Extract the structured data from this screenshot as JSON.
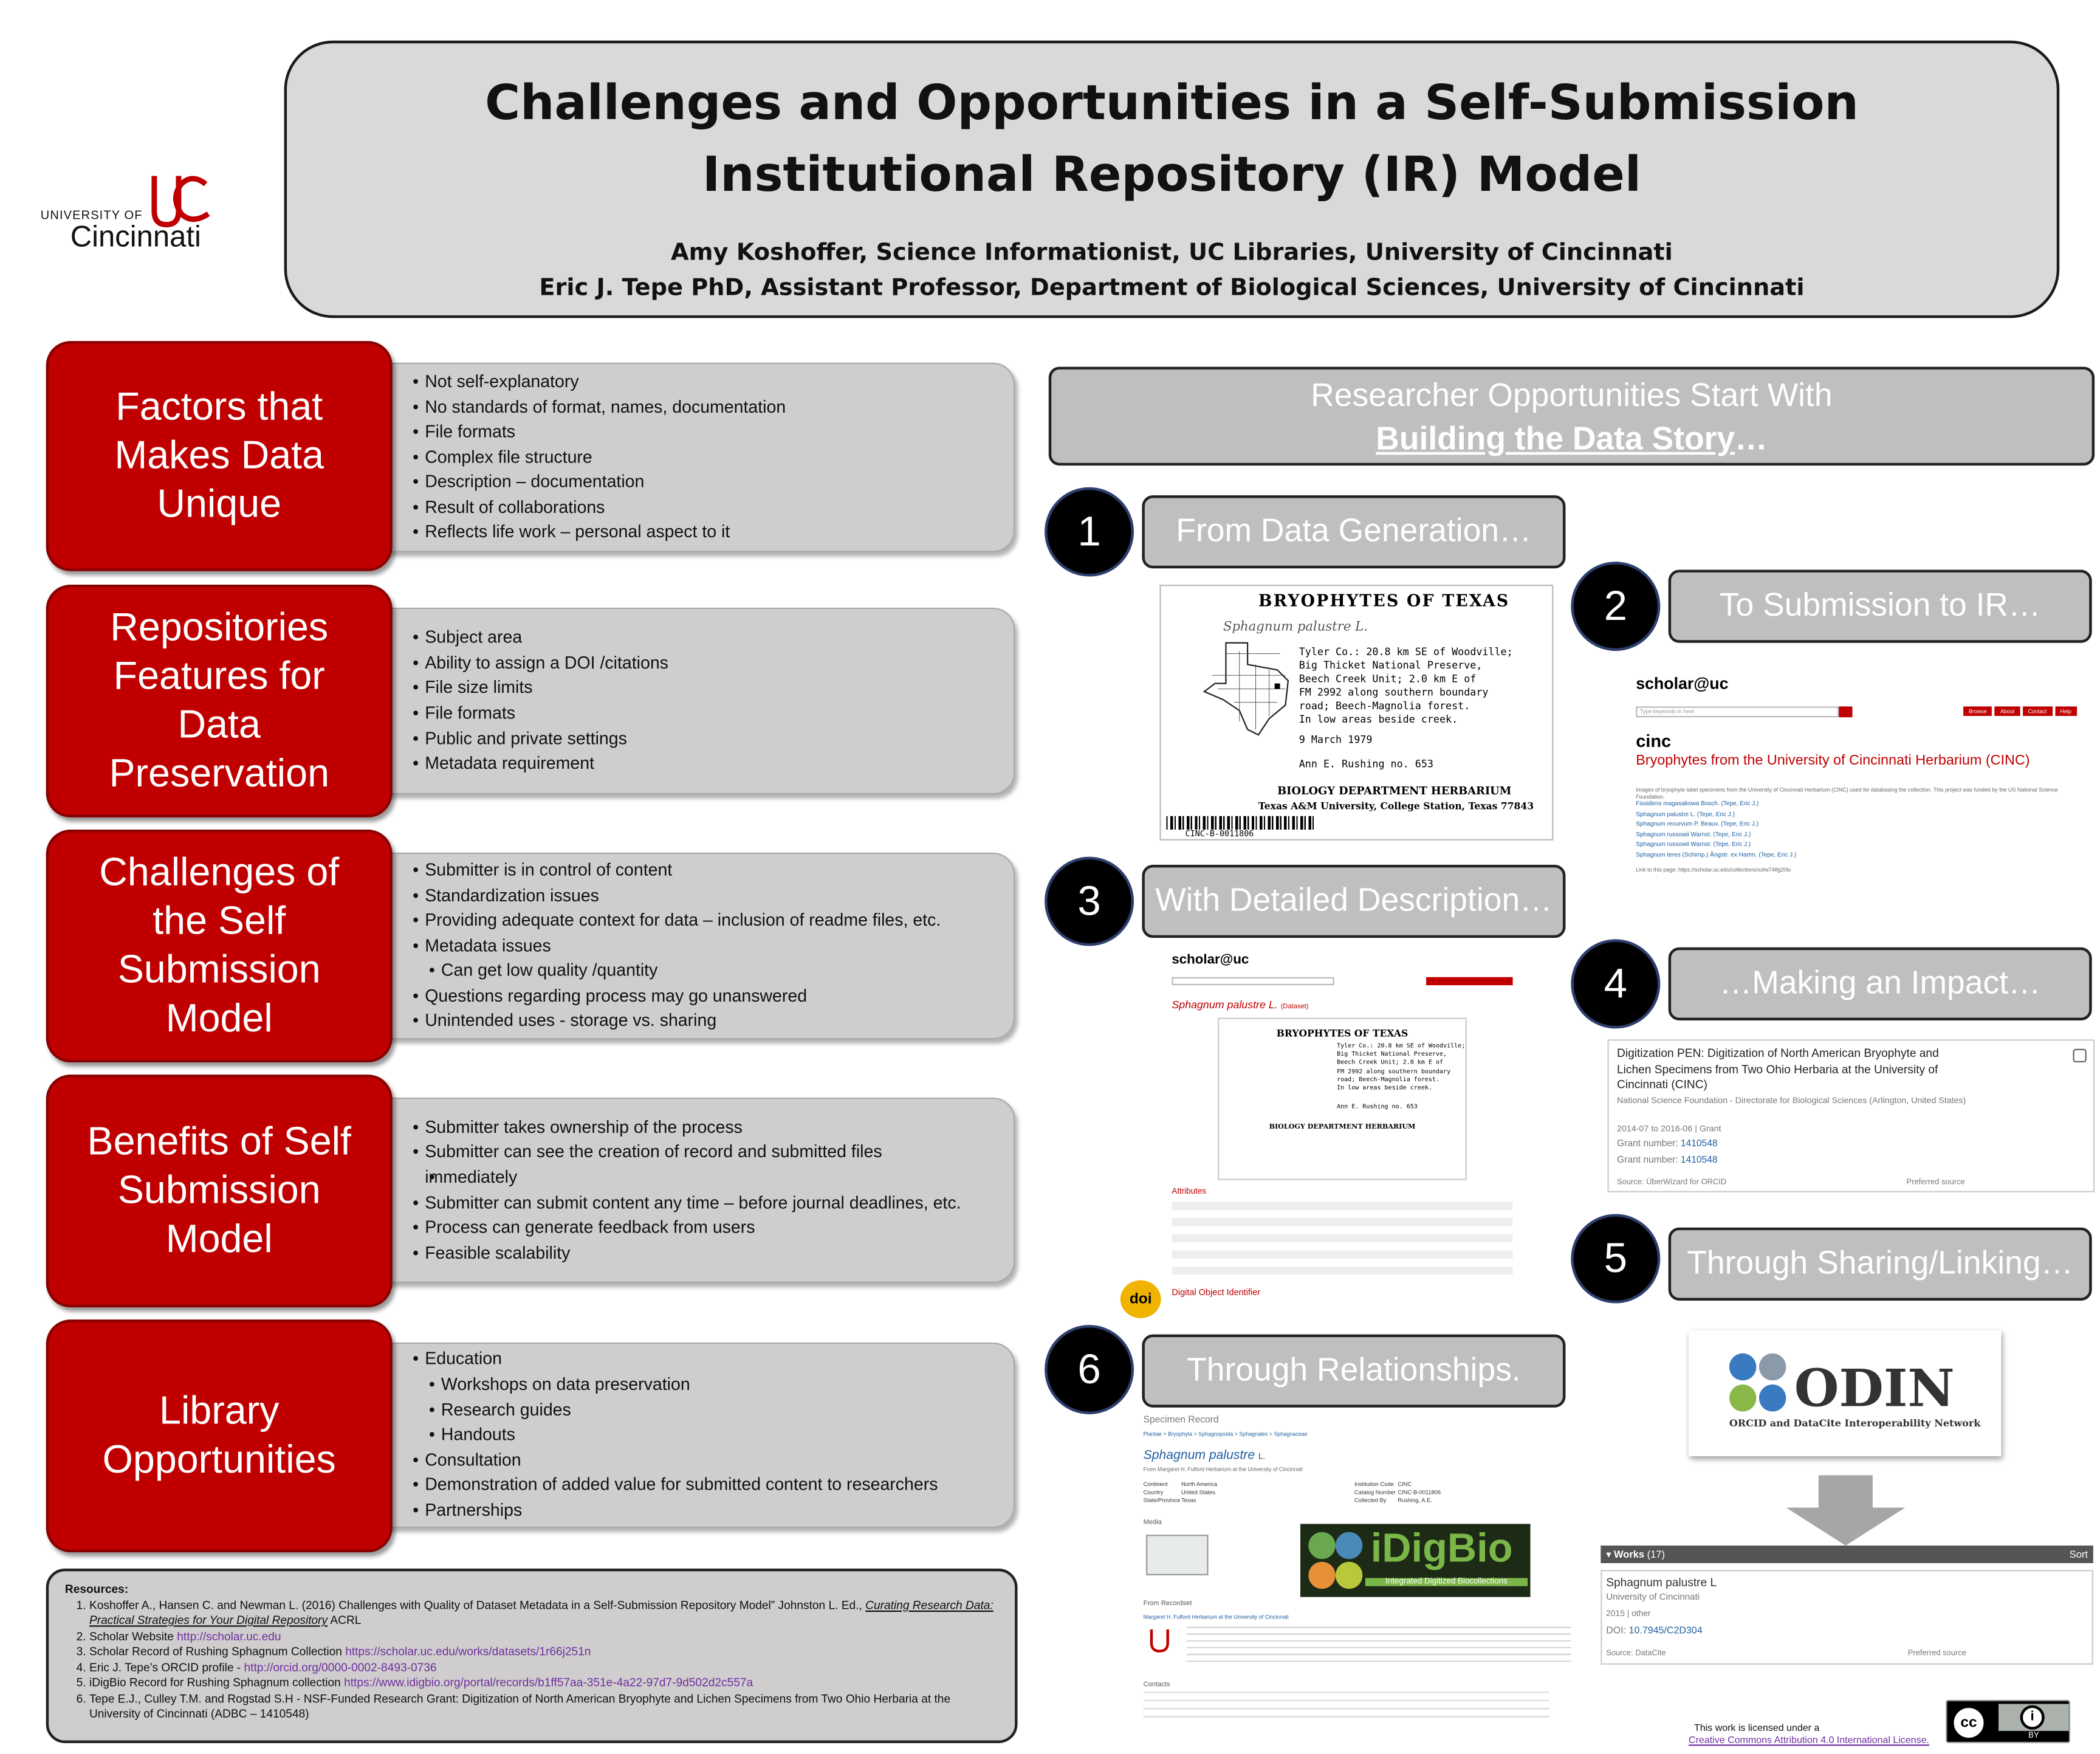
{
  "header": {
    "title_line1": "Challenges and Opportunities in a Self-Submission",
    "title_line2": "Institutional Repository (IR) Model",
    "author1": "Amy Koshoffer, Science Informationist, UC Libraries, University of Cincinnati",
    "author2": "Eric J. Tepe PhD, Assistant Professor, Department of Biological Sciences, University of Cincinnati"
  },
  "logo": {
    "university_of": "UNIVERSITY OF",
    "name": "Cincinnati"
  },
  "sections": [
    {
      "title": [
        "Factors that",
        "Makes Data",
        "Unique"
      ],
      "items": [
        "Not self-explanatory",
        "No standards of format, names, documentation",
        "File formats",
        "Complex file structure",
        "Description – documentation",
        "Result of collaborations",
        "Reflects life work – personal aspect to it"
      ]
    },
    {
      "title": [
        "Repositories",
        "Features for",
        "Data",
        "Preservation"
      ],
      "items": [
        "Subject area",
        "Ability to assign a DOI /citations",
        "File size limits",
        "File formats",
        "Public and private settings",
        "Metadata requirement"
      ]
    },
    {
      "title": [
        "Challenges of",
        "the Self",
        "Submission",
        "Model"
      ],
      "items": [
        "Submitter is in control of content",
        "Standardization issues",
        "Providing adequate context for data – inclusion of readme files, etc.",
        "Metadata issues",
        "Can get low quality /quantity",
        "Questions regarding process may go unanswered",
        "Unintended uses  - storage vs. sharing"
      ]
    },
    {
      "title": [
        "Benefits of Self",
        "Submission",
        "Model"
      ],
      "items": [
        "Submitter takes ownership of the process",
        "Submitter can see the creation of record and submitted files",
        "immediately",
        "Submitter can submit content any time – before journal deadlines, etc.",
        "Process can generate feedback from users",
        "Feasible scalability"
      ]
    },
    {
      "title": [
        "Library",
        "Opportunities"
      ],
      "items": [
        "Education",
        "Workshops on data preservation",
        "Research guides",
        "Handouts",
        "Consultation",
        "Demonstration of added value for submitted content to researchers",
        "Partnerships"
      ]
    }
  ],
  "resources": {
    "heading": "Resources:",
    "r1a": "Koshoffer A., Hansen C. and Newman L. (2016) Challenges with Quality of Dataset Metadata in a Self-Submission Repository Model” Johnston L. Ed., ",
    "r1b": "Curating Research Data: Practical Strategies for Your Digital Repository",
    "r1c": " ACRL",
    "r2a": "Scholar Website  ",
    "r2b": "http://scholar.uc.edu",
    "r3a": "Scholar Record of Rushing Sphagnum Collection ",
    "r3b": "https://scholar.uc.edu/works/datasets/1r66j251n",
    "r4a": "Eric J. Tepe’s ORCID profile -  ",
    "r4b": "http://orcid.org/0000-0002-8493-0736",
    "r5a": "iDigBio Record for Rushing Sphagnum collection    ",
    "r5b": "https://www.idigbio.org/portal/records/b1ff57aa-351e-4a22-97d7-9d502d2c557a",
    "r6": "Tepe E.J., Culley T.M. and Rogstad S.H - NSF-Funded Research Grant: Digitization of North American Bryophyte and Lichen Specimens from Two Ohio Herbaria at the University of Cincinnati (ADBC – 1410548)"
  },
  "right": {
    "heading1": "Researcher Opportunities Start With",
    "heading2": "Building the Data Story",
    "heading2b": "…",
    "steps": [
      {
        "n": "1",
        "t": "From Data Generation…"
      },
      {
        "n": "2",
        "t": "To Submission to IR…"
      },
      {
        "n": "3",
        "t": "With Detailed Description…"
      },
      {
        "n": "4",
        "t": "…Making an Impact…"
      },
      {
        "n": "5",
        "t": "Through Sharing/Linking…"
      },
      {
        "n": "6",
        "t": "Through Relationships."
      }
    ]
  },
  "label_card": {
    "title": "BRYOPHYTES OF TEXAS",
    "species": "Sphagnum palustre L.",
    "loc": [
      "Tyler Co.:  20.8 km SE of Woodville;",
      "Big Thicket National Preserve,",
      "Beech Creek Unit; 2.0 km E of",
      "FM 2992 along southern boundary",
      "road; Beech-Magnolia forest.",
      "In low areas beside creek."
    ],
    "date": "9 March 1979",
    "collector": "Ann E. Rushing   no. 653",
    "herb1": "BIOLOGY DEPARTMENT HERBARIUM",
    "herb2": "Texas A&M University, College Station, Texas   77843",
    "barcode": "CINC-B-0011806"
  },
  "scholar": {
    "brand": "scholar@uc",
    "search_placeholder": "Type keywords in here",
    "menu": [
      "Browse",
      "About",
      "Contact",
      "Help"
    ],
    "cinc": "cinc",
    "collection": "Bryophytes from the University of Cincinnati Herbarium (CINC)",
    "desc": "Images of bryophyte label specimens from the University of Cincinnati Herbarium (CINC) used for databasing the collection. This project was funded by the US National Science Foundation.",
    "links": [
      "Fissidens magasakowa Bosch. (Tepe, Eric J.)",
      "Sphagnum palustre L. (Tepe, Eric J.)",
      "Sphagnum recurvum P. Beauv. (Tepe, Eric J.)",
      "Sphagnum russowii Warnst. (Tepe, Eric J.)",
      "Sphagnum russowii Warnst. (Tepe, Eric J.)",
      "Sphagnum teres (Schimp.) Ångstr. ex Hartm. (Tepe, Eric J.)"
    ],
    "link_line": "Link to this page: https://scholar.uc.edu/collections/xxfw74tfg20tx"
  },
  "record": {
    "title": "Sphagnum palustre L.",
    "type": "(Dataset)",
    "attributes": "Attributes",
    "doi_heading": "Digital Object Identifier",
    "doi_badge": "doi"
  },
  "grant": {
    "title": "Digitization PEN: Digitization of North American Bryophyte and Lichen Specimens from Two Ohio Herbaria at the University of Cincinnati (CINC)",
    "funder": "National Science Foundation - Directorate for Biological Sciences (Arlington, United States)",
    "dates": "2014-07 to 2016-06 | Grant",
    "g1l": "Grant number: ",
    "g1": "1410548",
    "g2l": "Grant number: ",
    "g2": "1410548",
    "source": "Source: ÜberWizard for ORCID",
    "pref": "Preferred source"
  },
  "odin": {
    "name": "ODIN",
    "sub": "ORCID and DataCite Interoperability Network"
  },
  "works": {
    "header": "Works",
    "count": "(17)",
    "sort": "Sort",
    "title": "Sphagnum palustre L",
    "inst": "University of Cincinnati",
    "year": "2015 | other",
    "doi_label": "DOI: ",
    "doi": "10.7945/C2D304",
    "source": "Source: DataCite",
    "pref": "Preferred source"
  },
  "specimen": {
    "heading": "Specimen Record",
    "breadcrumb": "Plantae > Bryophyta > Sphagnopsida > Sphagnales > Sphagnaceae",
    "name": "Sphagnum palustre",
    "author": "L.",
    "from": "From Margaret H. Fulford Herbarium at the University of Cincinnati",
    "fields_left": [
      [
        "Continent",
        "North America"
      ],
      [
        "Country",
        "United States"
      ],
      [
        "State/Province",
        "Texas"
      ]
    ],
    "fields_right": [
      [
        "Institution Code",
        "CINC"
      ],
      [
        "Catalog Number",
        "CINC-B-0011806"
      ],
      [
        "Collected By",
        "Rushing, A.E."
      ]
    ],
    "media": "Media",
    "from_recordset": "From Recordset",
    "recordset_link": "Margaret H. Fulford Herbarium at the University of Cincinnati",
    "contacts": "Contacts",
    "idigbio": "iDigBio",
    "idigbio_sub": "Integrated Digitized Biocollections"
  },
  "license": {
    "line1": "This work is licensed under a",
    "line2": "Creative Commons Attribution 4.0 International  License.",
    "cc": "cc",
    "by": "BY"
  }
}
